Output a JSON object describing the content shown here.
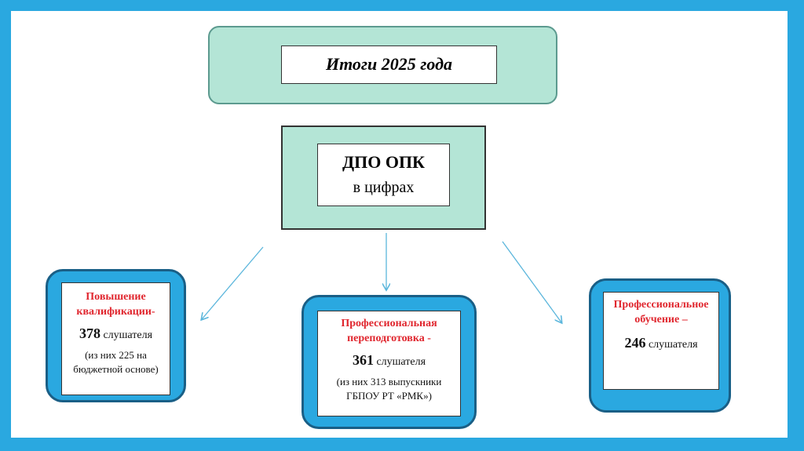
{
  "title": "Итоги 2025 года",
  "center": {
    "line1": "ДПО ОПК",
    "line2": "в цифрах"
  },
  "cards": [
    {
      "heading": "Повышение квалификации-",
      "count": "378",
      "unit": "слушателя",
      "note": "(из них 225 на бюджетной основе)"
    },
    {
      "heading": "Профессиональная переподготовка -",
      "count": "361",
      "unit": "слушателя",
      "note": "(из них 313 выпускники ГБПОУ РТ «РМК»)"
    },
    {
      "heading": "Профессиональное обучение –",
      "count": "246",
      "unit": "слушателя"
    }
  ],
  "colors": {
    "frame": "#2aa8e0",
    "teal": "#b4e5d6",
    "heading_red": "#e0262e"
  }
}
